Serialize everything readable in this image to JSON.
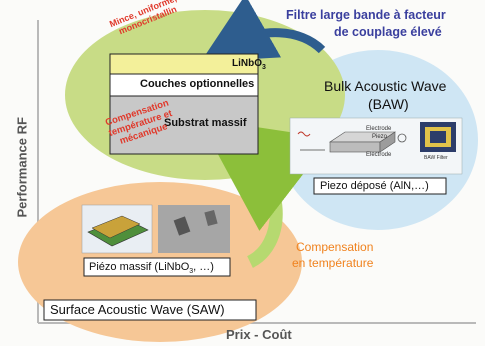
{
  "axes": {
    "y_label": "Performance RF",
    "x_label": "Prix - Coût"
  },
  "top_note": {
    "line1": "Filtre large bande à facteur",
    "line2": "de couplage élevé"
  },
  "bottom_note": {
    "line1": "Compensation",
    "line2": "en température"
  },
  "baw": {
    "title_line1": "Bulk Acoustic Wave",
    "title_line2": "(BAW)",
    "piezo_label": "Piezo déposé (AlN,…)",
    "diagram_labels": [
      "Electrode",
      "Piezo",
      "Electrode"
    ],
    "chip_label": "BAW Filter"
  },
  "saw": {
    "title": "Surface Acoustic Wave (SAW)",
    "piezo_label_main": "Piézo massif (LiNbO",
    "piezo_label_sub": "3",
    "piezo_label_end": ", …)"
  },
  "stack": {
    "layer1_main": "LiNbO",
    "layer1_sub": "3",
    "layer2": "Couches optionnelles",
    "layer3": "Substrat massif",
    "red_note_top": [
      "Mince, uniforme,",
      "monocristallin"
    ],
    "red_note_mid": [
      "Compensation",
      "température et",
      "mécanique"
    ]
  },
  "colors": {
    "green": "#c8dc86",
    "blue": "#cfe6f4",
    "orange": "#f6c796",
    "accent_blue": "#3a3f9e",
    "accent_orange": "#f0821e",
    "red_text": "#e0392b"
  }
}
